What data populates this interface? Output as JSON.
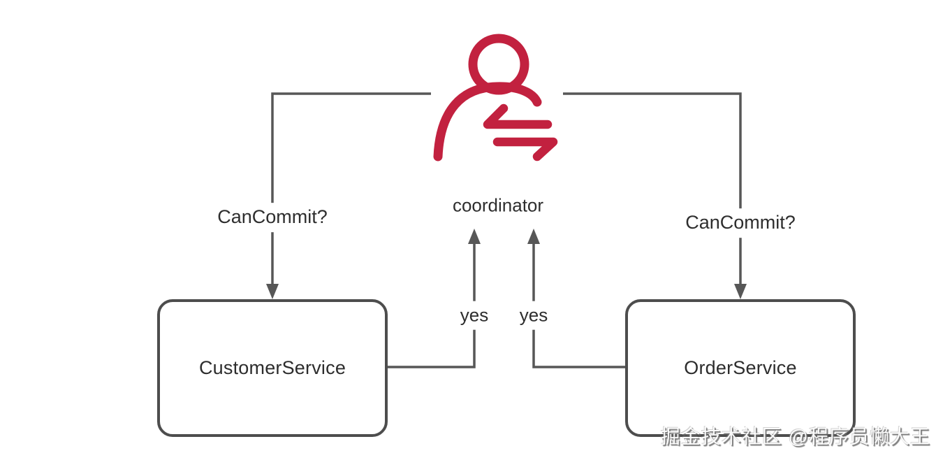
{
  "diagram": {
    "title_implied": "2PC CanCommit phase",
    "coordinator": {
      "label": "coordinator"
    },
    "nodes": {
      "left": {
        "label": "CustomerService"
      },
      "right": {
        "label": "OrderService"
      }
    },
    "edges": {
      "left_request": {
        "label": "CanCommit?"
      },
      "right_request": {
        "label": "CanCommit?"
      },
      "left_reply": {
        "label": "yes"
      },
      "right_reply": {
        "label": "yes"
      }
    }
  },
  "watermark": {
    "text": "掘金技术社区 @程序员懒大王"
  },
  "colors": {
    "icon_red": "#C2213F",
    "line_gray": "#575757",
    "node_border_gray": "#4D4D4D",
    "text_dark": "#2D2D2D",
    "background": "#FFFFFF"
  }
}
